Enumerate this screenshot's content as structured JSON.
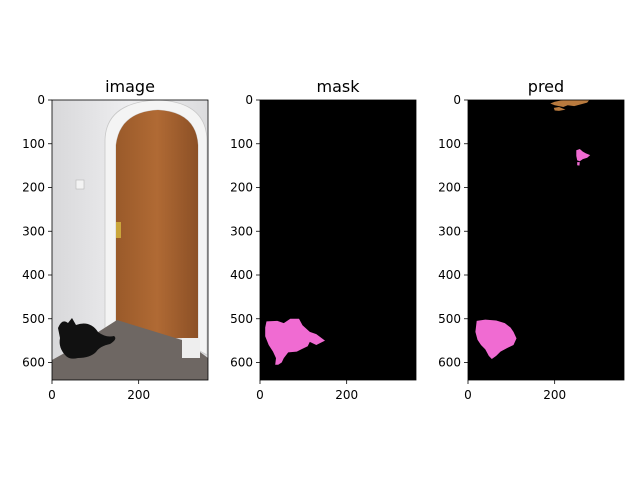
{
  "figure": {
    "panels": [
      {
        "title": "image",
        "kind": "photo"
      },
      {
        "title": "mask",
        "kind": "segmentation"
      },
      {
        "title": "pred",
        "kind": "segmentation"
      }
    ]
  },
  "chart_data": [
    {
      "type": "image",
      "title": "image",
      "xlim": [
        0,
        360
      ],
      "ylim": [
        640,
        0
      ],
      "xticks": [
        0,
        200
      ],
      "yticks": [
        0,
        100,
        200,
        300,
        400,
        500,
        600
      ],
      "content": "photo of a wooden arched door with a black cat sitting on the carpet at the lower left"
    },
    {
      "type": "image",
      "title": "mask",
      "xlim": [
        0,
        360
      ],
      "ylim": [
        640,
        0
      ],
      "xticks": [
        0,
        200
      ],
      "yticks": [
        0,
        100,
        200,
        300,
        400,
        500,
        600
      ],
      "background_color": "#000000",
      "regions": [
        {
          "color": "#f06bd2",
          "points": [
            [
              15,
              506
            ],
            [
              40,
              505
            ],
            [
              55,
              510
            ],
            [
              70,
              500
            ],
            [
              90,
              500
            ],
            [
              98,
              515
            ],
            [
              115,
              530
            ],
            [
              130,
              535
            ],
            [
              150,
              550
            ],
            [
              130,
              560
            ],
            [
              115,
              553
            ],
            [
              110,
              563
            ],
            [
              95,
              570
            ],
            [
              85,
              575
            ],
            [
              65,
              577
            ],
            [
              55,
              590
            ],
            [
              50,
              600
            ],
            [
              42,
              605
            ],
            [
              35,
              605
            ],
            [
              37,
              590
            ],
            [
              30,
              575
            ],
            [
              20,
              560
            ],
            [
              12,
              540
            ],
            [
              12,
              520
            ]
          ]
        }
      ]
    },
    {
      "type": "image",
      "title": "pred",
      "xlim": [
        0,
        360
      ],
      "ylim": [
        640,
        0
      ],
      "xticks": [
        0,
        200
      ],
      "yticks": [
        0,
        100,
        200,
        300,
        400,
        500,
        600
      ],
      "background_color": "#000000",
      "regions": [
        {
          "color": "#f06bd2",
          "points": [
            [
              20,
              505
            ],
            [
              40,
              502
            ],
            [
              65,
              504
            ],
            [
              85,
              510
            ],
            [
              98,
              520
            ],
            [
              105,
              530
            ],
            [
              112,
              545
            ],
            [
              105,
              560
            ],
            [
              90,
              567
            ],
            [
              75,
              575
            ],
            [
              65,
              585
            ],
            [
              55,
              592
            ],
            [
              48,
              585
            ],
            [
              40,
              570
            ],
            [
              30,
              560
            ],
            [
              22,
              548
            ],
            [
              17,
              530
            ]
          ]
        },
        {
          "color": "#f06bd2",
          "points": [
            [
              250,
              115
            ],
            [
              258,
              112
            ],
            [
              265,
              118
            ],
            [
              272,
              122
            ],
            [
              282,
              126
            ],
            [
              275,
              132
            ],
            [
              265,
              135
            ],
            [
              258,
              140
            ],
            [
              252,
              138
            ],
            [
              250,
              128
            ]
          ]
        },
        {
          "color": "#f06bd2",
          "points": [
            [
              252,
              142
            ],
            [
              258,
              142
            ],
            [
              257,
              150
            ],
            [
              252,
              149
            ]
          ]
        },
        {
          "color": "#b87a3e",
          "points": [
            [
              190,
              8
            ],
            [
              200,
              4
            ],
            [
              220,
              0
            ],
            [
              280,
              0
            ],
            [
              275,
              6
            ],
            [
              260,
              10
            ],
            [
              245,
              14
            ],
            [
              230,
              12
            ],
            [
              220,
              16
            ],
            [
              210,
              14
            ],
            [
              200,
              12
            ]
          ]
        },
        {
          "color": "#b87a3e",
          "points": [
            [
              198,
              18
            ],
            [
              210,
              16
            ],
            [
              225,
              22
            ],
            [
              210,
              25
            ],
            [
              200,
              24
            ]
          ]
        }
      ]
    }
  ]
}
